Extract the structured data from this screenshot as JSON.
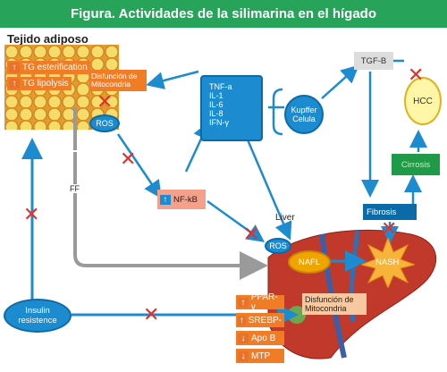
{
  "title": "Figura. Actividades de la silimarina en el hígado",
  "adipose_label": "Tejido adiposo",
  "tg_esterification": "TG esterification",
  "tg_lipolysis": "TG lipolysis",
  "mito_dysfunction_top": "Disfunción de Mitocondria",
  "ros_top": "ROS",
  "cytokines": [
    "TNF-a",
    "IL-1",
    "IL-6",
    "IL-8",
    "IFN-γ"
  ],
  "kupffer": "Kupffer Celula",
  "tgfb": "TGF-B",
  "hcc": "HCC",
  "cirrosis": "Cirrosis",
  "fibrosis": "Fibrosis",
  "ff": "FF",
  "nfkb": "NF-kB",
  "liver": "Liver",
  "ros_liver": "ROS",
  "nafl": "NAFL",
  "nash": "NASH",
  "insulin": "Insulin resistence",
  "markers": [
    "PPAR-γ",
    "SREBP-",
    "Apo B",
    "MTP"
  ],
  "mito_dysfunction_liver": "Disfunción de Mitocondria",
  "colors": {
    "banner": "#27a35a",
    "blue": "#1d8bd0",
    "orange": "#f07c25",
    "red": "#e0322a",
    "green": "#1f9a48",
    "yellow": "#fff6a8"
  }
}
